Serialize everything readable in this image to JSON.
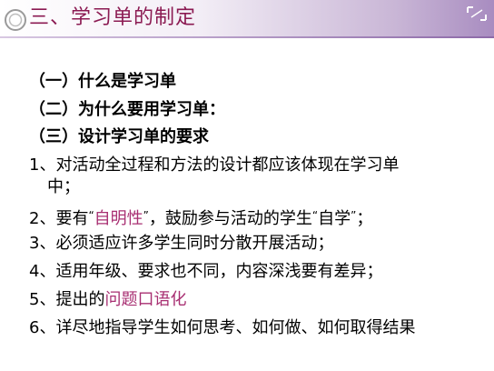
{
  "title": "三、学习单的制定",
  "items": [
    {
      "text": "（一）什么是学习单"
    },
    {
      "text": "（二）为什么要用学习单："
    },
    {
      "text": "（三）设计学习单的要求"
    },
    {
      "text": "1、对活动全过程和方法的设计都应该体现在学习单",
      "cont": "中；"
    },
    {
      "pre": "2、要有",
      "q1": "“",
      "highlight": "自明性",
      "q2": "”",
      "mid": "，鼓励参与活动的学生",
      "q3": "“",
      "quote": "自学",
      "q4": "”",
      "post": "；"
    },
    {
      "text": "3、必须适应许多学生同时分散开展活动；"
    },
    {
      "text": "4、适用年级、要求也不同，内容深浅要有差异；"
    },
    {
      "pre": "5、提出的",
      "highlight": "问题口语化"
    },
    {
      "text": "6、详尽地指导学生如何思考、如何做、如何取得结果"
    }
  ],
  "colors": {
    "title": "#8b1a52",
    "highlight": "#a82f72",
    "banner_end": "#a88cc0"
  },
  "icons": {
    "title": "circle-bullet-icon",
    "corner": "bracket-icon"
  }
}
